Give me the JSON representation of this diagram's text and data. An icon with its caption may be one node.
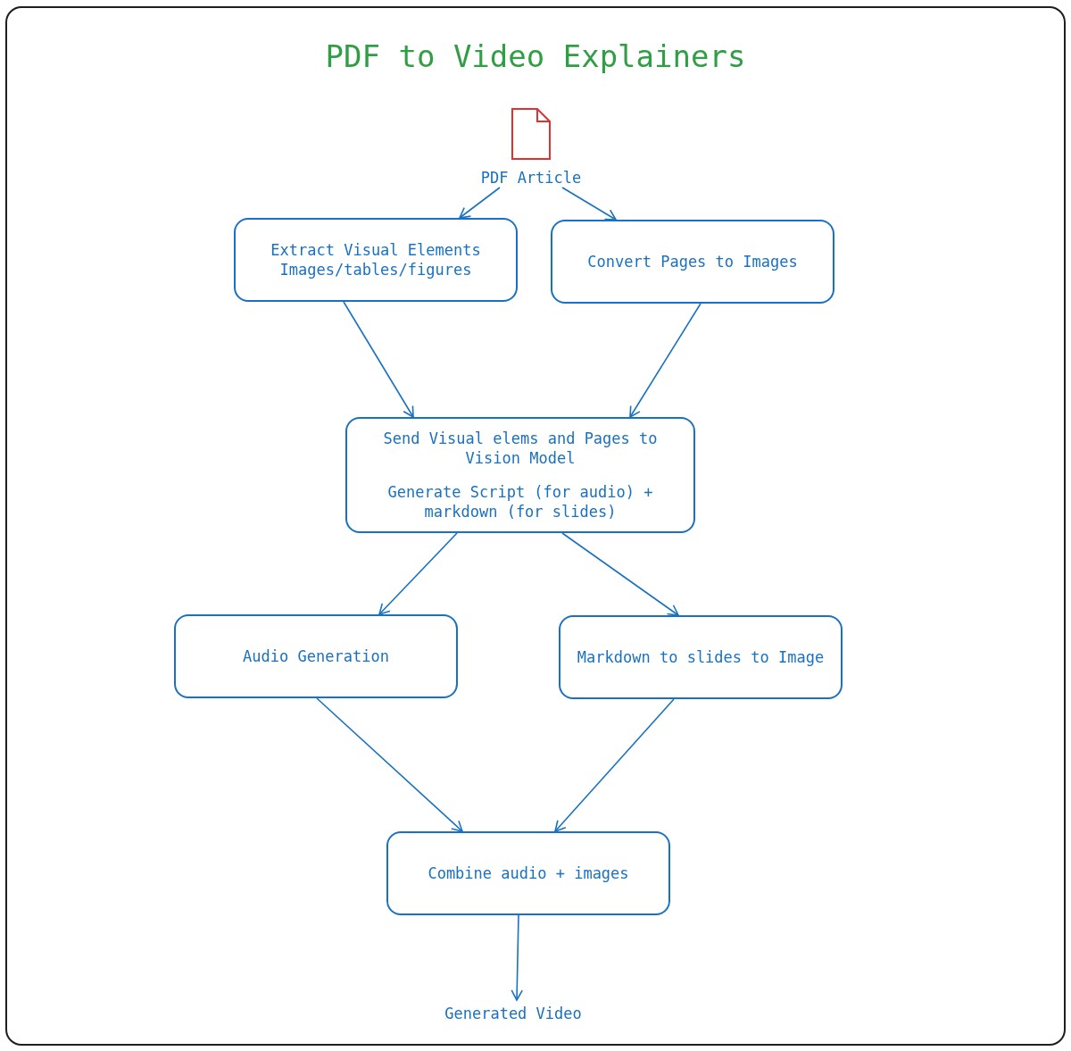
{
  "diagram": {
    "title": "PDF to Video Explainers",
    "nodes": [
      {
        "text": [
          "PDF Article"
        ]
      },
      {
        "text": [
          "Extract Visual Elements Images/tables/figures"
        ]
      },
      {
        "text": [
          "Convert Pages to Images"
        ]
      },
      {
        "text": [
          "Send Visual elems and Pages to Vision Model",
          "Generate Script (for audio) + markdown (for slides)"
        ]
      },
      {
        "text": [
          "Audio Generation"
        ]
      },
      {
        "text": [
          "Markdown to slides to Image"
        ]
      },
      {
        "text": [
          "Combine audio + images"
        ]
      },
      {
        "text": [
          "Generated Video"
        ]
      }
    ],
    "edges": [
      {
        "from": 0,
        "to": 1,
        "arrow": "to"
      },
      {
        "from": 0,
        "to": 2,
        "arrow": "to"
      },
      {
        "from": 1,
        "to": 3,
        "arrow": "to"
      },
      {
        "from": 2,
        "to": 3,
        "arrow": "to"
      },
      {
        "from": 3,
        "to": 4,
        "arrow": "to"
      },
      {
        "from": 3,
        "to": 5,
        "arrow": "to"
      },
      {
        "from": 4,
        "to": 6,
        "arrow": "to"
      },
      {
        "from": 5,
        "to": 6,
        "arrow": "to"
      },
      {
        "from": 6,
        "to": 7,
        "arrow": "to"
      }
    ]
  }
}
